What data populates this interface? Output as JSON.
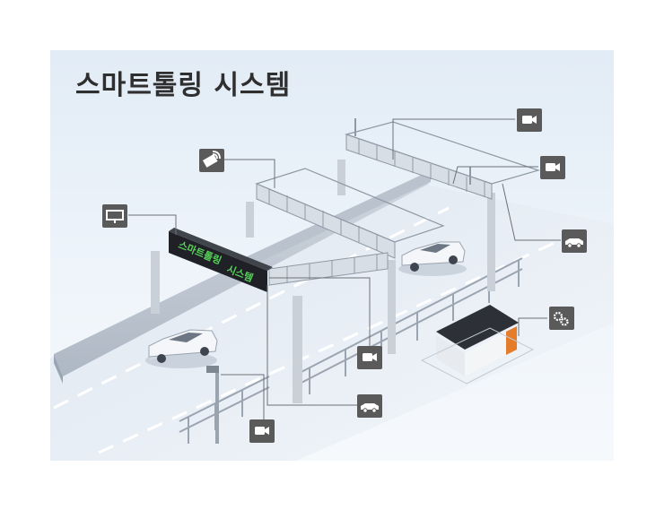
{
  "title": "스마트톨링 시스템",
  "sign_text": {
    "line1": "스마트톨링",
    "line2": "시스템"
  },
  "colors": {
    "background_panel": "#e6eef7",
    "icon_box": "#5a5a5a",
    "sign_green": "#58d35a",
    "booth_orange": "#e57c2a"
  },
  "icons": [
    {
      "name": "camera-icon"
    },
    {
      "name": "camera-icon"
    },
    {
      "name": "wireless-icon"
    },
    {
      "name": "display-board-icon"
    },
    {
      "name": "vehicle-icon"
    },
    {
      "name": "gears-icon"
    },
    {
      "name": "camera-icon"
    },
    {
      "name": "vehicle-icon"
    },
    {
      "name": "camera-icon"
    }
  ]
}
